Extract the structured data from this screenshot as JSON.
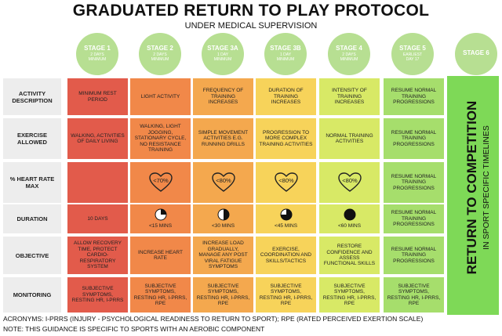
{
  "title": "GRADUATED RETURN TO PLAY PROTOCOL",
  "subtitle": "UNDER MEDICAL SUPERVISION",
  "stages": [
    {
      "label": "STAGE 1",
      "sub1": "2 DAYS",
      "sub2": "MINIMUM"
    },
    {
      "label": "STAGE 2",
      "sub1": "2 DAYS",
      "sub2": "MINIMUM"
    },
    {
      "label": "STAGE 3A",
      "sub1": "1 DAY",
      "sub2": "MINIMUM"
    },
    {
      "label": "STAGE 3B",
      "sub1": "1 DAY",
      "sub2": "MINIMUM"
    },
    {
      "label": "STAGE 4",
      "sub1": "2 DAYS",
      "sub2": "MINIMUM"
    },
    {
      "label": "STAGE 5",
      "sub1": "EARLIEST",
      "sub2": "DAY 17"
    },
    {
      "label": "STAGE 6",
      "sub1": "",
      "sub2": ""
    }
  ],
  "row_labels": [
    "ACTIVITY DESCRIPTION",
    "EXERCISE ALLOWED",
    "% HEART RATE MAX",
    "DURATION",
    "OBJECTIVE",
    "MONITORING"
  ],
  "colors": {
    "stage_circle": "#b7df92",
    "row_label_bg": "#ededed",
    "columns": [
      "#e25b4b",
      "#f18849",
      "#f4a84e",
      "#f7d35a",
      "#d8e966",
      "#a6de6c"
    ],
    "return_panel": "#7ed957"
  },
  "cells": [
    [
      "MINIMUM REST PERIOD",
      "WALKING, ACTIVITIES OF DAILY LIVING",
      "",
      "10 DAYS",
      "ALLOW RECOVERY TIME, PROTECT CARDIO-RESPIRATORY SYSTEM",
      "SUBJECTIVE SYMPTOMS, RESTING HR, I-PRRS"
    ],
    [
      "LIGHT ACTIVITY",
      "WALKING, LIGHT JOGGING, STATIONARY CYCLE, NO RESISTANCE TRAINING",
      "<70%",
      "<15 MINS",
      "INCREASE HEART RATE",
      "SUBJECTIVE SYMPTOMS, RESTING HR, I-PRRS, RPE"
    ],
    [
      "FREQUENCY OF TRAINING INCREASES",
      "SIMPLE MOVEMENT ACTIVITIES E.G. RUNNING DRILLS",
      "<80%",
      "<30 MINS",
      "INCREASE LOAD GRADUALLY, MANAGE ANY POST VIRAL FATIGUE SYMPTOMS",
      "SUBJECTIVE SYMPTOMS, RESTING HR, I-PRRS, RPE"
    ],
    [
      "DURATION OF TRAINING INCREASES",
      "PROGRESSION TO MORE COMPLEX TRAINING ACTIVITIES",
      "<80%",
      "<45 MINS",
      "EXERCISE, COORDINATION AND SKILLS/TACTICS",
      "SUBJECTIVE SYMPTOMS, RESTING HR, I-PRRS, RPE"
    ],
    [
      "INTENSITY OF TRAINING INCREASES",
      "NORMAL TRAINING ACTIVITIES",
      "<80%",
      "<60 MINS",
      "RESTORE CONFIDENCE AND ASSESS FUNCTIONAL SKILLS",
      "SUBJECTIVE SYMPTOMS, RESTING HR, I-PRRS, RPE"
    ],
    [
      "RESUME NORMAL TRAINING PROGRESSIONS",
      "RESUME NORMAL TRAINING PROGRESSIONS",
      "RESUME NORMAL TRAINING PROGRESSIONS",
      "RESUME NORMAL TRAINING PROGRESSIONS",
      "RESUME NORMAL TRAINING PROGRESSIONS",
      "SUBJECTIVE SYMPTOMS, RESTING HR, I-PRRS, RPE"
    ]
  ],
  "duration_fraction": [
    null,
    0.25,
    0.5,
    0.75,
    1,
    null
  ],
  "return_title": "RETURN TO COMPETITION",
  "return_sub": "IN SPORT SPECIFIC TIMELINES",
  "footer": [
    "ACRONYMS: I-PRRS (INJURY - PSYCHOLOGICAL READINESS TO RETURN TO SPORT); RPE (RATED PERCEIVED EXERTION SCALE)",
    "NOTE: THIS GUIDANCE IS SPECIFIC TO SPORTS WITH AN AEROBIC COMPONENT"
  ]
}
